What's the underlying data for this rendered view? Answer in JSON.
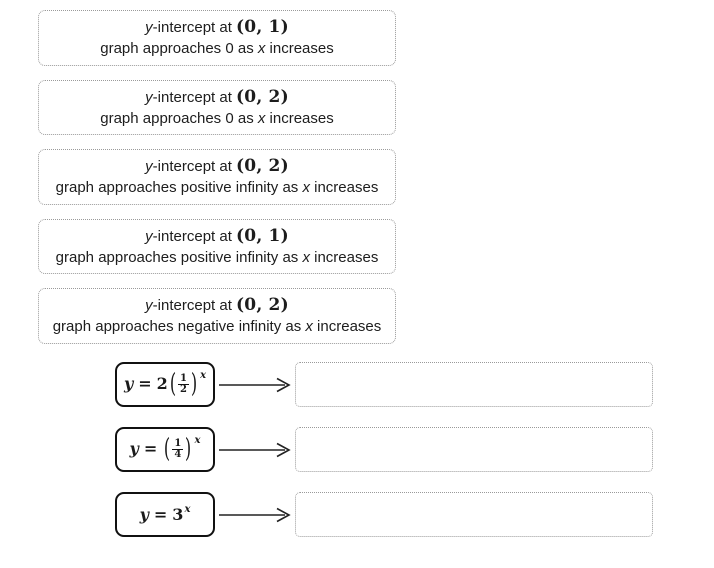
{
  "options": [
    {
      "id": "option-1",
      "line1_prefix": "y",
      "line1_mid": "-intercept at ",
      "line1_point": "(0, 1)",
      "line2_pre": "graph approaches 0 as ",
      "line2_var": "x",
      "line2_post": " increases"
    },
    {
      "id": "option-2",
      "line1_prefix": "y",
      "line1_mid": "-intercept at ",
      "line1_point": "(0, 2)",
      "line2_pre": "graph approaches 0 as ",
      "line2_var": "x",
      "line2_post": " increases"
    },
    {
      "id": "option-3",
      "line1_prefix": "y",
      "line1_mid": "-intercept at ",
      "line1_point": "(0, 2)",
      "line2_pre": "graph approaches positive infinity as ",
      "line2_var": "x",
      "line2_post": " increases"
    },
    {
      "id": "option-4",
      "line1_prefix": "y",
      "line1_mid": "-intercept at ",
      "line1_point": "(0, 1)",
      "line2_pre": "graph approaches positive infinity as ",
      "line2_var": "x",
      "line2_post": " increases"
    },
    {
      "id": "option-5",
      "line1_prefix": "y",
      "line1_mid": "-intercept at ",
      "line1_point": "(0, 2)",
      "line2_pre": "graph approaches negative infinity as ",
      "line2_var": "x",
      "line2_post": " increases"
    }
  ],
  "matches": [
    {
      "id": "row-1",
      "equation_text": "y = 2(1/2)^x",
      "lhs": "y",
      "op": "=",
      "coefficient": "2",
      "numerator": "1",
      "denominator": "2",
      "exponent": "x",
      "has_fraction": true,
      "drop_value": ""
    },
    {
      "id": "row-2",
      "equation_text": "y = (1/4)^x",
      "lhs": "y",
      "op": "=",
      "coefficient": "",
      "numerator": "1",
      "denominator": "4",
      "exponent": "x",
      "has_fraction": true,
      "drop_value": ""
    },
    {
      "id": "row-3",
      "equation_text": "y = 3^x",
      "lhs": "y",
      "op": "=",
      "coefficient": "3",
      "numerator": "",
      "denominator": "",
      "exponent": "x",
      "has_fraction": false,
      "drop_value": ""
    }
  ],
  "colors": {
    "text": "#1d1d1d",
    "dotted_border": "#9a9a9a",
    "chip_border": "#111111",
    "arrow": "#222222",
    "background": "#ffffff"
  }
}
